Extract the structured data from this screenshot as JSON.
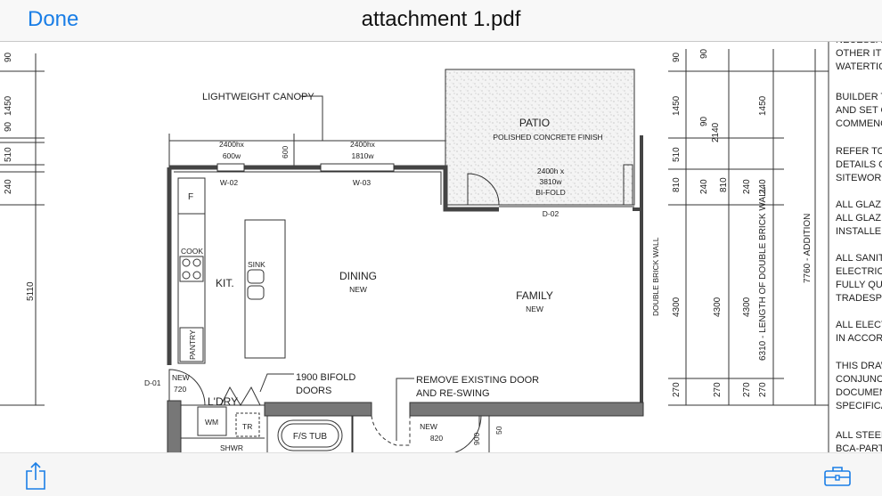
{
  "nav": {
    "done_label": "Done",
    "title": "attachment 1.pdf"
  },
  "toolbar": {
    "share_icon": "share-icon",
    "tools_icon": "toolbox-icon",
    "accent": "#1a7ee6"
  },
  "plan": {
    "labels": {
      "canopy": "LIGHTWEIGHT CANOPY",
      "patio": "PATIO",
      "patio_finish": "POLISHED CONCRETE FINISH",
      "win1_h": "2400hx",
      "win1_w": "600w",
      "win1_id": "W-02",
      "win_dim": "600",
      "win2_h": "2400hx",
      "win2_w": "1810w",
      "win2_id": "W-03",
      "bifold_1": "2400h x",
      "bifold_2": "3810w",
      "bifold_3": "BI-FOLD",
      "door_d02": "D-02",
      "fridge": "F",
      "cook": "COOK",
      "kit": "KIT.",
      "pantry": "PANTRY",
      "sink": "SINK",
      "dining": "DINING",
      "dining_new": "NEW",
      "family": "FAMILY",
      "family_new": "NEW",
      "double_brick": "DOUBLE BRICK WALL",
      "d01": "D-01",
      "new720_a": "NEW",
      "new720_b": "720",
      "laundry": "L'DRY",
      "bifold_note_1": "1900 BIFOLD",
      "bifold_note_2": "DOORS",
      "wm": "WM",
      "tr": "TR",
      "shwr": "SHWR",
      "tub": "F/S TUB",
      "remove_1": "REMOVE EXISTING DOOR",
      "remove_2": "AND RE-SWING",
      "new820_a": "NEW",
      "new820_b": "820",
      "dim900": "900",
      "dim50": "50"
    },
    "left_dims": [
      "90",
      "1450",
      "90",
      "510",
      "240",
      "5110"
    ],
    "right_dims": {
      "col1": [
        "90",
        "1450",
        "510",
        "810",
        "4300",
        "270"
      ],
      "col2": [
        "90",
        "90",
        "2140",
        "240",
        "4300",
        "270"
      ],
      "col3": [
        "810",
        "240",
        "4300",
        "270"
      ],
      "col4": [
        "1450",
        "240",
        "6310 - LENGTH OF DOUBLE BRICK WALL",
        "270"
      ],
      "col5": [
        "7760 - ADDITION"
      ]
    },
    "notes": [
      "NECESSAR",
      "OTHER ITEM",
      "WATERTIGH",
      "BUILDER TO",
      "AND SET O",
      "COMMENCE",
      "REFER TO E",
      "DETAILS ON",
      "SITEWORKS",
      "ALL GLAZIN",
      "ALL GLAZIN",
      "INSTALLED",
      "ALL SANITA",
      "ELECTRICA",
      "FULLY QUA",
      "TRADESPE",
      "ALL ELECTI",
      "IN ACCORD",
      "THIS DRAW",
      "CONJUNCT",
      "DOCUMENT",
      "SPECIFICAT",
      "ALL STEEL",
      "BCA-PART"
    ]
  }
}
